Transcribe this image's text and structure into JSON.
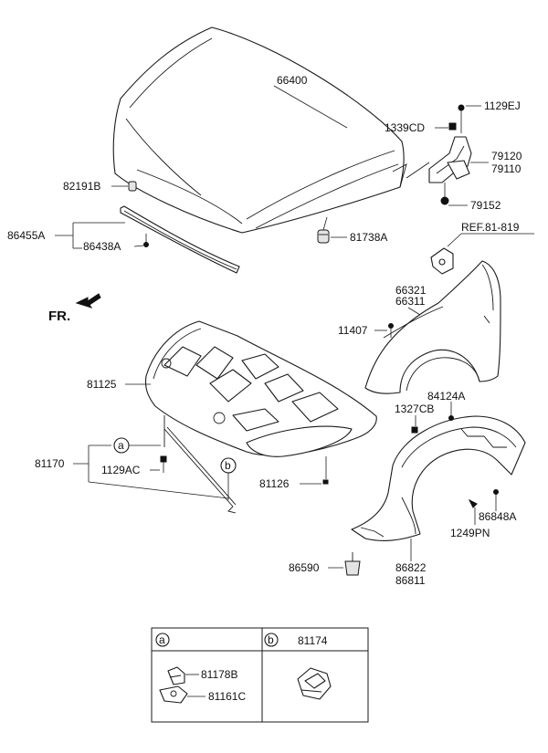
{
  "diagram": {
    "direction_label": "FR.",
    "part_numbers": {
      "hood": "66400",
      "hinge_bolt": "1129EJ",
      "hinge_nut": "1339CD",
      "hinge_lh": "79120",
      "hinge_rh": "79110",
      "hinge_clip": "79152",
      "hood_bumper": "82191B",
      "weatherstrip": "86455A",
      "weatherstrip_clip": "86438A",
      "overslam_bumper": "81738A",
      "fender_ref": "REF.81-819",
      "fender_lh": "66321",
      "fender_rh": "66311",
      "fender_bolt": "11407",
      "insulator": "81125",
      "insulator_clip": "81126",
      "stay_rod": "81170",
      "stay_bolt": "1129AC",
      "guard_screw": "1327CB",
      "guard_clip": "84124A",
      "guard_seal": "86848A",
      "guard_screw_b": "1249PN",
      "mud_guard": "86590",
      "wheel_guard_lh": "86822",
      "wheel_guard_rh": "86811"
    },
    "callouts": {
      "a": "a",
      "b": "b"
    }
  },
  "legend_table": {
    "col_a_letter": "a",
    "col_b_letter": "b",
    "col_b_part": "81174",
    "a_parts": [
      "81178B",
      "81161C"
    ]
  }
}
